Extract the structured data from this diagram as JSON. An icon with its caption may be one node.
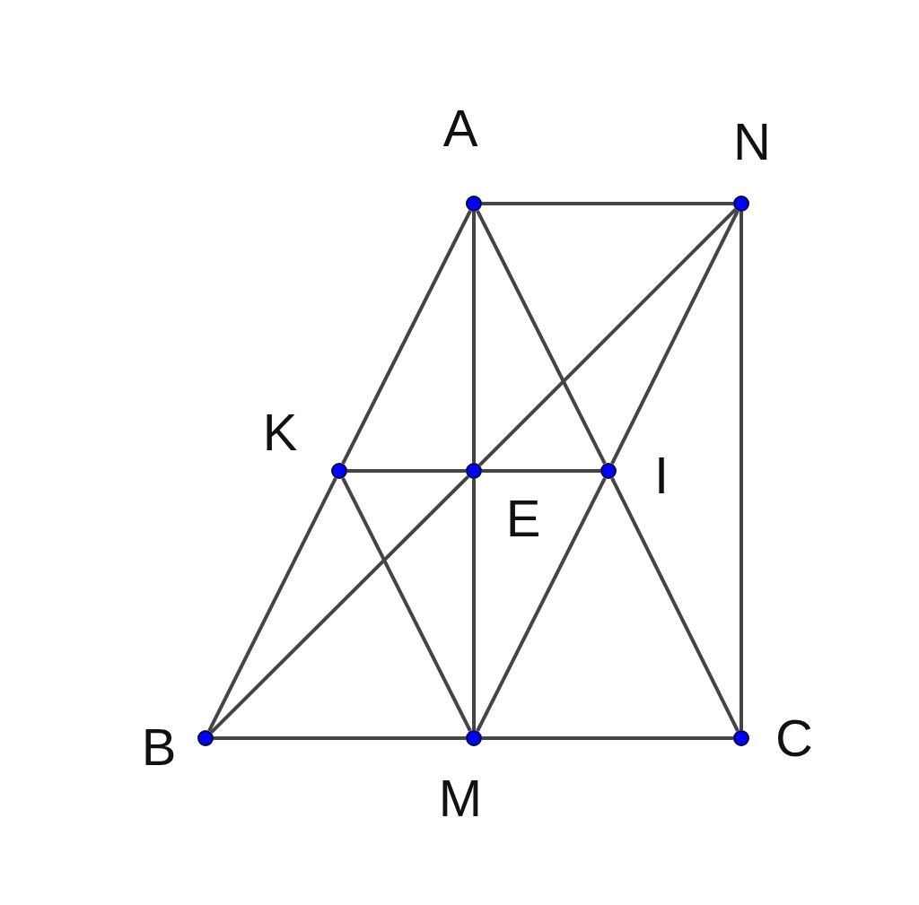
{
  "diagram": {
    "nodes": [
      {
        "text": [
          "A"
        ]
      },
      {
        "text": [
          "N"
        ]
      },
      {
        "text": [
          "K"
        ]
      },
      {
        "text": [
          "E"
        ]
      },
      {
        "text": [
          "I"
        ]
      },
      {
        "text": [
          "B"
        ]
      },
      {
        "text": [
          "M"
        ]
      },
      {
        "text": [
          "C"
        ]
      }
    ],
    "edges": [
      {
        "from": 0,
        "to": 1,
        "arrow": "none"
      },
      {
        "from": 0,
        "to": 2,
        "arrow": "none"
      },
      {
        "from": 2,
        "to": 5,
        "arrow": "none"
      },
      {
        "from": 0,
        "to": 3,
        "arrow": "none"
      },
      {
        "from": 3,
        "to": 6,
        "arrow": "none"
      },
      {
        "from": 0,
        "to": 4,
        "arrow": "none"
      },
      {
        "from": 4,
        "to": 7,
        "arrow": "none"
      },
      {
        "from": 1,
        "to": 3,
        "arrow": "none"
      },
      {
        "from": 3,
        "to": 5,
        "arrow": "none"
      },
      {
        "from": 1,
        "to": 4,
        "arrow": "none"
      },
      {
        "from": 4,
        "to": 6,
        "arrow": "none"
      },
      {
        "from": 1,
        "to": 7,
        "arrow": "none"
      },
      {
        "from": 2,
        "to": 3,
        "arrow": "none"
      },
      {
        "from": 3,
        "to": 4,
        "arrow": "none"
      },
      {
        "from": 2,
        "to": 6,
        "arrow": "none"
      },
      {
        "from": 5,
        "to": 6,
        "arrow": "none"
      },
      {
        "from": 6,
        "to": 7,
        "arrow": "none"
      }
    ]
  }
}
